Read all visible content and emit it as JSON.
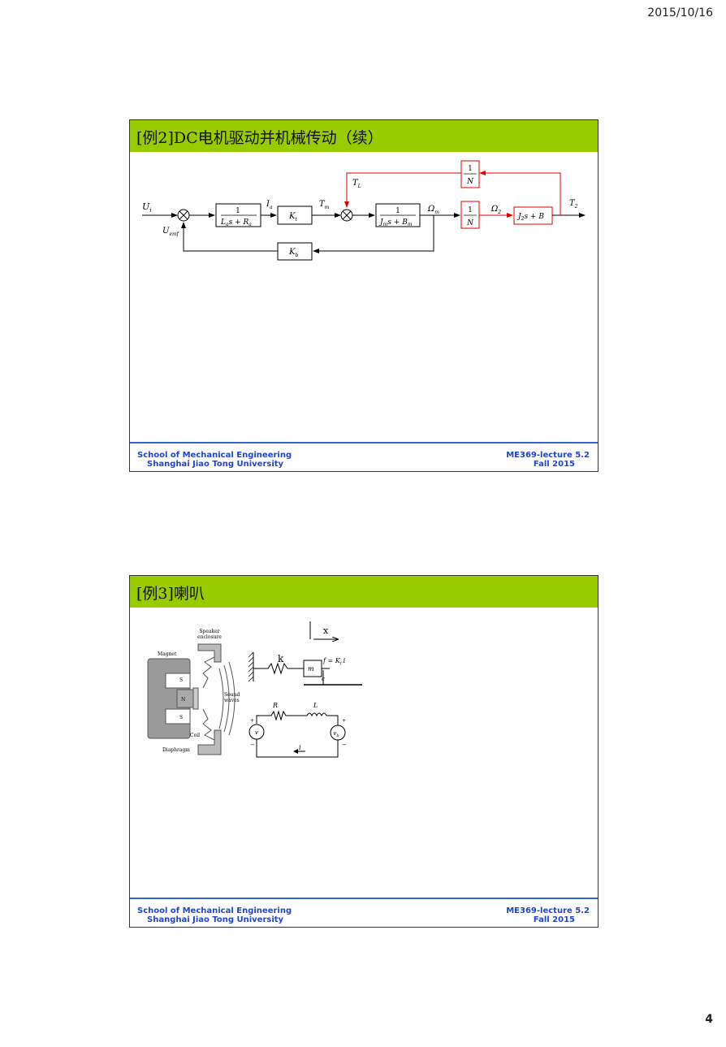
{
  "header": {
    "date": "2015/10/16"
  },
  "page_number": "4",
  "footer": {
    "left_line1": "School of Mechanical Engineering",
    "left_line2": "Shanghai Jiao Tong University",
    "right_line1": "ME369-lecture 5.2",
    "right_line2": "Fall 2015"
  },
  "slide1": {
    "title": "[例2]DC电机驱动并机械传动（续）",
    "diagram": {
      "input": "U",
      "input_sub": "i",
      "feedback_signal": "U",
      "feedback_signal_sub": "emf",
      "block1_num": "1",
      "block1_den_a": "L",
      "block1_den_a_sub": "a",
      "block1_den_b": "s + R",
      "block1_den_b_sub": "a",
      "current": "I",
      "current_sub": "a",
      "block2": "K",
      "block2_sub": "t",
      "torque": "T",
      "torque_sub": "m",
      "load_torque": "T",
      "load_torque_sub": "L",
      "block3_num": "1",
      "block3_den_a": "J",
      "block3_den_a_sub": "m",
      "block3_den_b": "s + B",
      "block3_den_b_sub": "m",
      "speed": "Ω",
      "speed_sub": "m",
      "gear_num": "1",
      "gear_den": "N",
      "feedback_gear_num": "1",
      "feedback_gear_den": "N",
      "output_speed": "Ω",
      "output_speed_sub": "2",
      "block4_a": "J",
      "block4_a_sub": "2",
      "block4_b": "s + B",
      "output_torque": "T",
      "output_torque_sub": "2",
      "feedback_block": "K",
      "feedback_block_sub": "b"
    }
  },
  "slide2": {
    "title": "[例3]喇叭",
    "figure": {
      "speaker_enclosure": [
        "Speaker",
        "enclosure"
      ],
      "magnet": "Magnet",
      "pole_s_top": "S",
      "pole_n": "N",
      "pole_s_bottom": "S",
      "sound_waves": [
        "Sound",
        "waves"
      ],
      "coil": "Coil",
      "diaphragm": "Diaphragm",
      "x_axis": "x",
      "spring": "k",
      "mass": "m",
      "force": "f = K",
      "force_sub": "f",
      "force_tail": "i",
      "damper": "c",
      "resistor": "R",
      "inductor": "L",
      "source": "v",
      "back_emf": "v",
      "back_emf_sub": "b",
      "current": "i",
      "plus": "+",
      "minus": "−"
    }
  }
}
